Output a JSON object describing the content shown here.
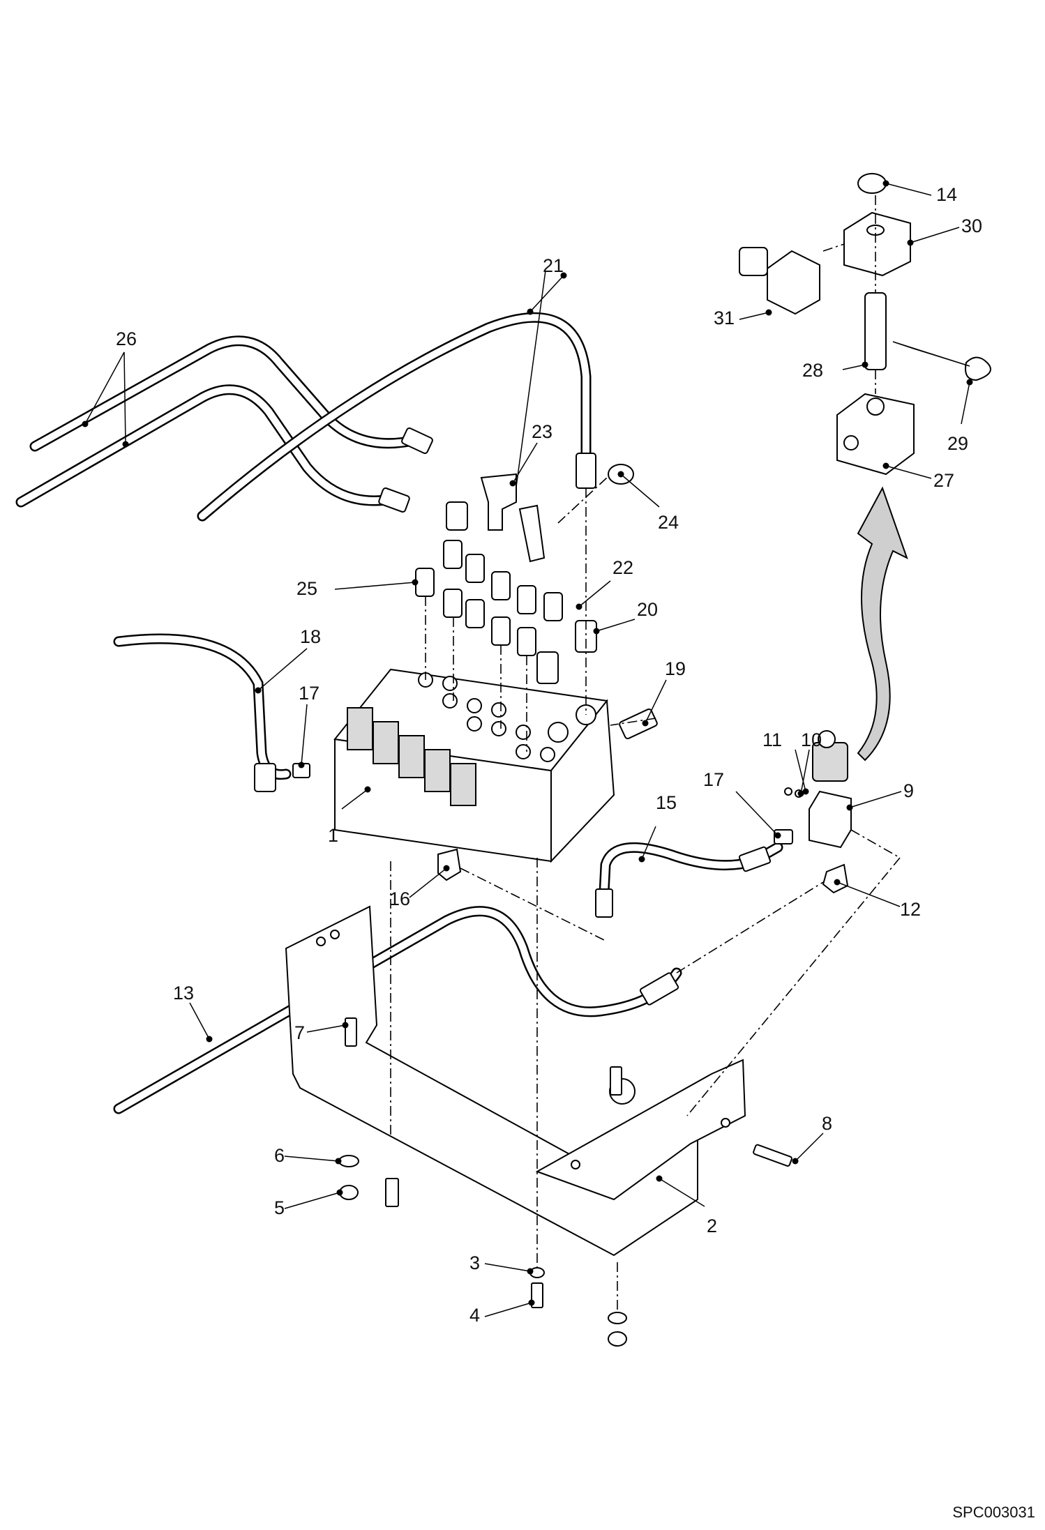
{
  "drawing_code": "SPC003031",
  "callouts": [
    {
      "num": "1"
    },
    {
      "num": "2"
    },
    {
      "num": "3"
    },
    {
      "num": "4"
    },
    {
      "num": "5"
    },
    {
      "num": "6"
    },
    {
      "num": "7"
    },
    {
      "num": "8"
    },
    {
      "num": "9"
    },
    {
      "num": "10"
    },
    {
      "num": "11"
    },
    {
      "num": "12"
    },
    {
      "num": "13"
    },
    {
      "num": "14"
    },
    {
      "num": "15"
    },
    {
      "num": "16"
    },
    {
      "num": "17"
    },
    {
      "num": "17"
    },
    {
      "num": "18"
    },
    {
      "num": "19"
    },
    {
      "num": "20"
    },
    {
      "num": "21"
    },
    {
      "num": "22"
    },
    {
      "num": "23"
    },
    {
      "num": "24"
    },
    {
      "num": "25"
    },
    {
      "num": "26"
    },
    {
      "num": "27"
    },
    {
      "num": "28"
    },
    {
      "num": "29"
    },
    {
      "num": "30"
    },
    {
      "num": "31"
    }
  ]
}
